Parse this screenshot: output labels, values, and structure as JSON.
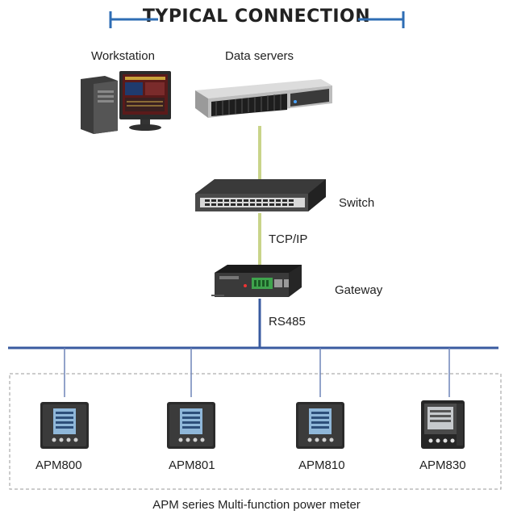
{
  "title": "TYPICAL CONNECTION",
  "nodes": {
    "workstation": "Workstation",
    "data_servers": "Data servers",
    "switch": "Switch",
    "gateway": "Gateway"
  },
  "links": {
    "tcpip": "TCP/IP",
    "rs485": "RS485"
  },
  "meters": [
    {
      "label": "APM800"
    },
    {
      "label": "APM801"
    },
    {
      "label": "APM810"
    },
    {
      "label": "APM830"
    }
  ],
  "footer": "APM series Multi-function power meter",
  "colors": {
    "bus": "#3a5ba0",
    "title_rule": "#2e6db4",
    "server_link": "#c9d48a"
  }
}
